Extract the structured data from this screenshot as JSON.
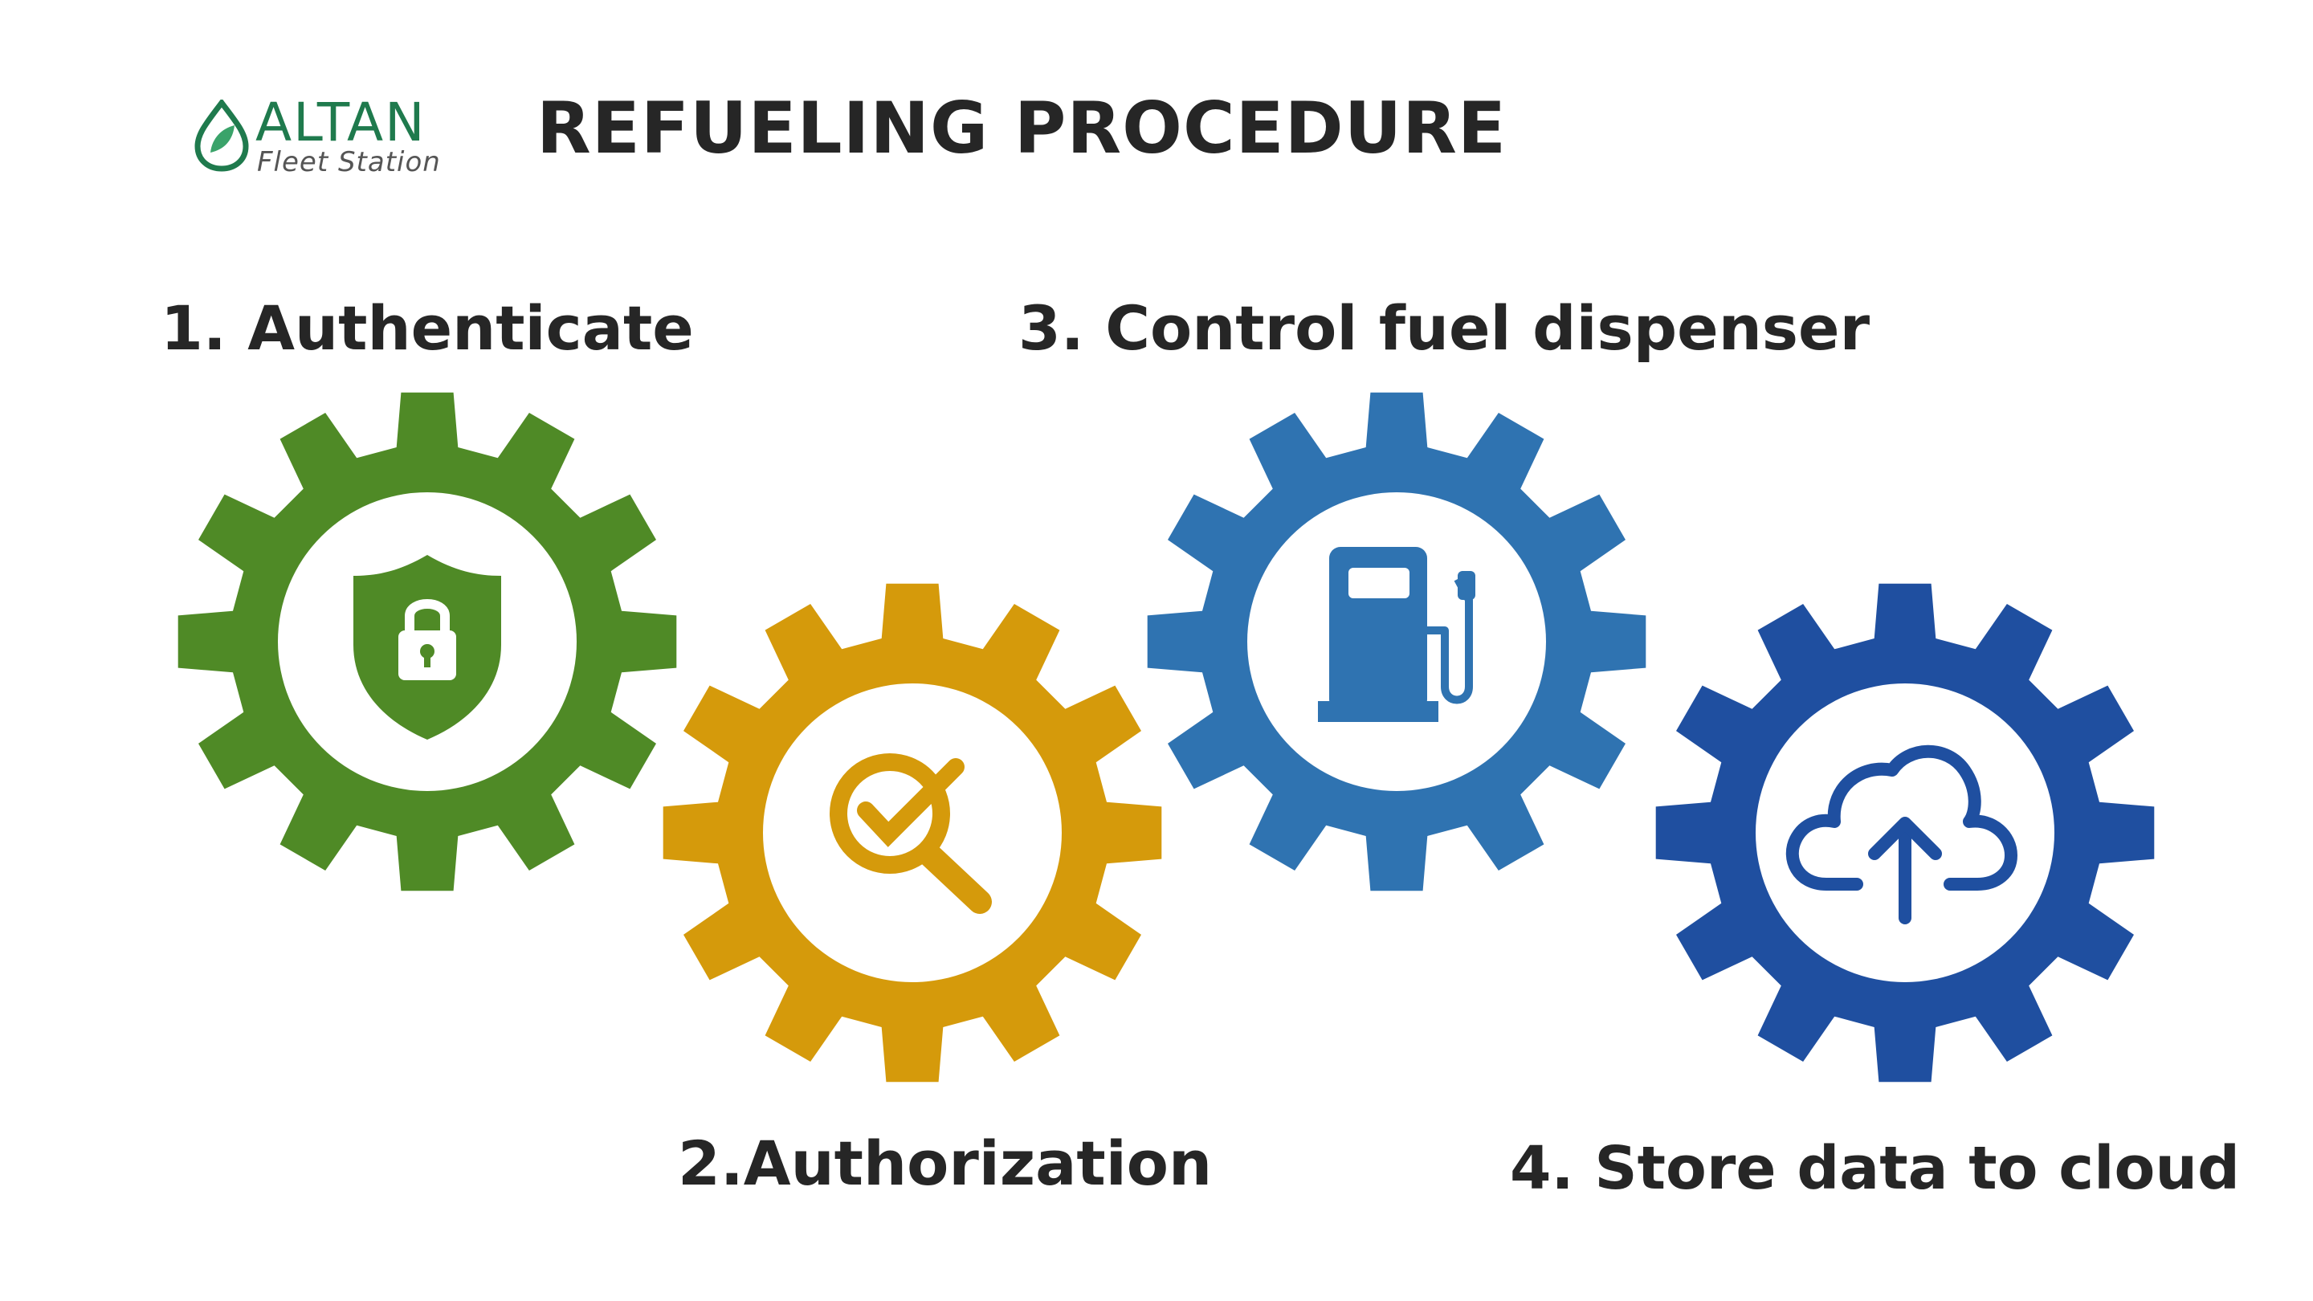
{
  "brand": {
    "name": "ALTAN",
    "subtitle": "Fleet Station",
    "name_color": "#1f7a4d",
    "sub_color": "#555555"
  },
  "title": "REFUELING PROCEDURE",
  "steps": [
    {
      "label": "1. Authenticate",
      "icon": "shield-lock-icon",
      "color": "#4f8a26"
    },
    {
      "label": "2.Authorization",
      "icon": "magnifier-check-icon",
      "color": "#d59a0b"
    },
    {
      "label": "3. Control fuel dispenser",
      "icon": "fuel-pump-icon",
      "color": "#2f73b1"
    },
    {
      "label": "4. Store data to cloud",
      "icon": "cloud-upload-icon",
      "color": "#1f4fa0"
    }
  ]
}
